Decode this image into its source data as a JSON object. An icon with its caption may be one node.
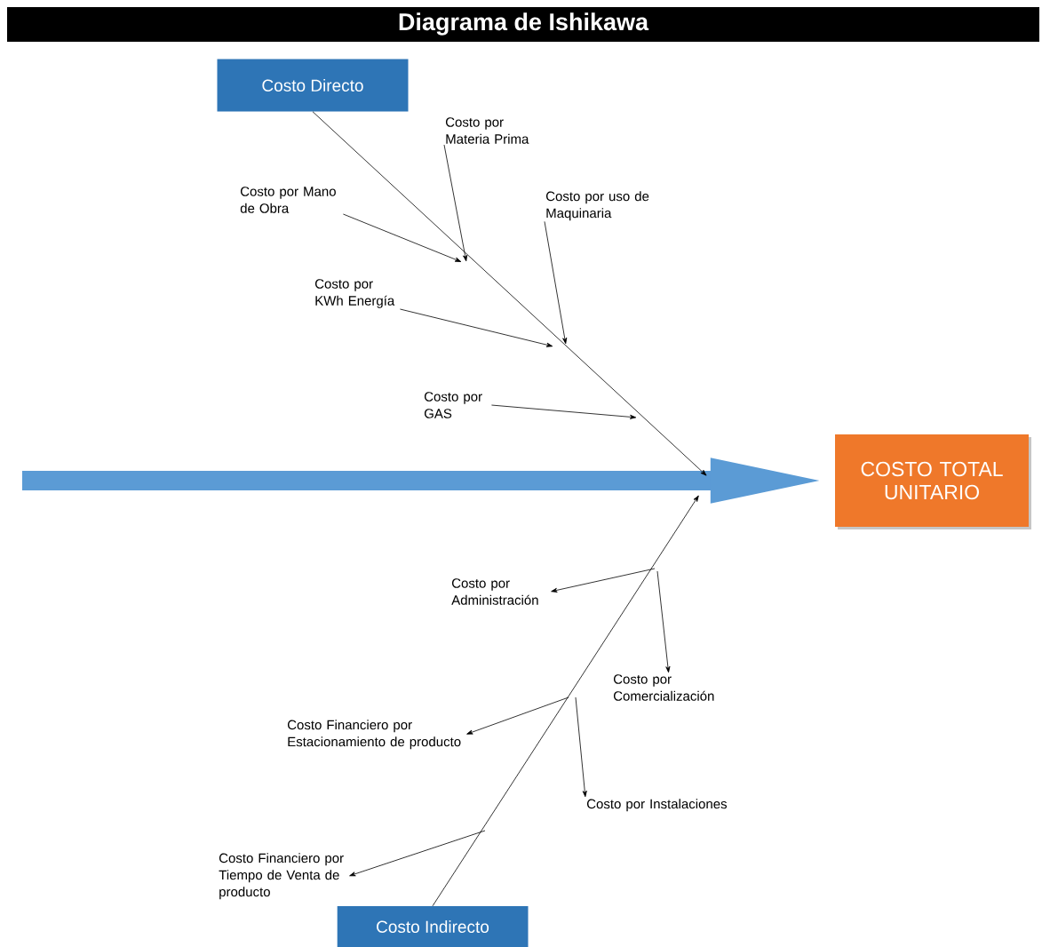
{
  "diagram": {
    "title": "Diagrama de Ishikawa",
    "nodes": [
      {
        "text": [
          "Costo Directo"
        ]
      },
      {
        "text": [
          "Costo por Materia Prima"
        ]
      },
      {
        "text": [
          "Costo por Mano de Obra"
        ]
      },
      {
        "text": [
          "Costo por uso de Maquinaria"
        ]
      },
      {
        "text": [
          "Costo por KWh Energía"
        ]
      },
      {
        "text": [
          "Costo por GAS"
        ]
      },
      {
        "text": [
          "COSTO TOTAL UNITARIO"
        ]
      },
      {
        "text": [
          "Costo por Administración"
        ]
      },
      {
        "text": [
          "Costo por Comercialización"
        ]
      },
      {
        "text": [
          "Costo Financiero por Estacionamiento de producto"
        ]
      },
      {
        "text": [
          "Costo por Instalaciones"
        ]
      },
      {
        "text": [
          "Costo Financiero por Tiempo de Venta de producto"
        ]
      },
      {
        "text": [
          "Costo Indirecto"
        ]
      }
    ],
    "edges": [
      {
        "from": 0,
        "to": null,
        "arrow": "to"
      },
      {
        "from": 1,
        "to": null,
        "arrow": "to"
      },
      {
        "from": 2,
        "to": null,
        "arrow": "to"
      },
      {
        "from": 3,
        "to": null,
        "arrow": "to"
      },
      {
        "from": 4,
        "to": null,
        "arrow": "to"
      },
      {
        "from": 5,
        "to": null,
        "arrow": "to"
      },
      {
        "from": 12,
        "to": null,
        "arrow": "to"
      },
      {
        "from": null,
        "to": 7,
        "arrow": "to"
      },
      {
        "from": null,
        "to": 8,
        "arrow": "to"
      },
      {
        "from": null,
        "to": 9,
        "arrow": "to"
      },
      {
        "from": null,
        "to": 10,
        "arrow": "to"
      },
      {
        "from": null,
        "to": 11,
        "arrow": "to"
      },
      {
        "from": null,
        "to": 6,
        "arrow": "to",
        "style": "thick",
        "color": "#5b9bd5"
      }
    ]
  }
}
